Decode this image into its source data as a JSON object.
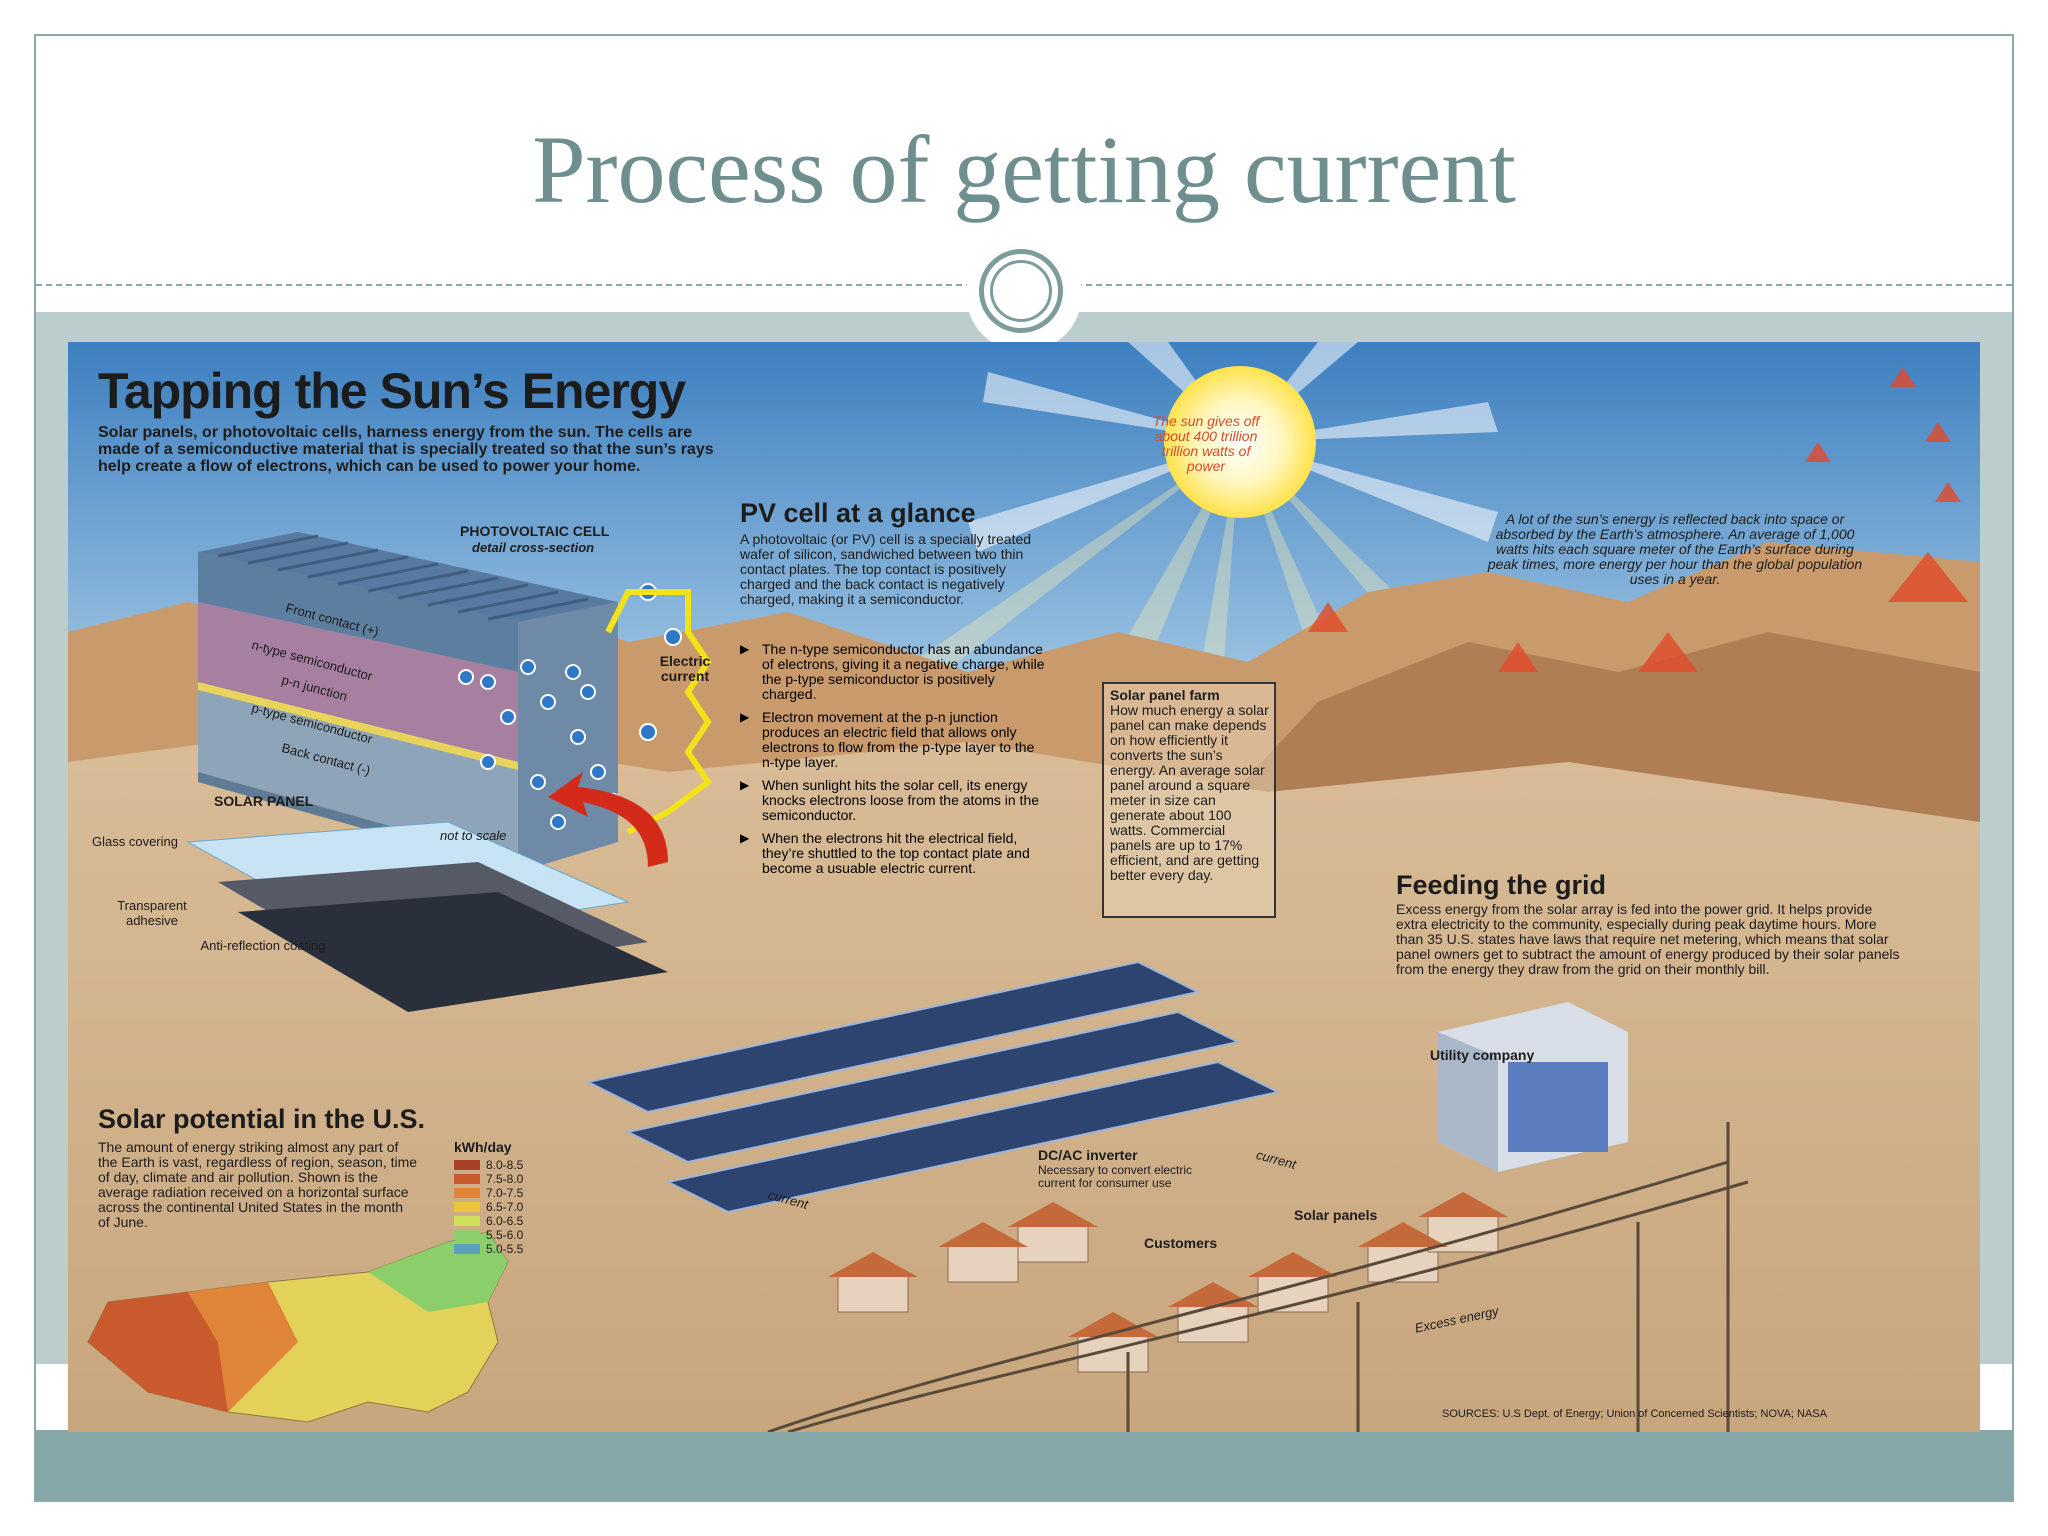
{
  "slide": {
    "title": "Process of getting current"
  },
  "infographic": {
    "title": "Tapping the Sun’s Energy",
    "intro": "Solar panels, or photovoltaic cells, harness energy from the sun. The cells are made of a semiconductive material that is specially treated so that the sun’s rays help create a flow of electrons, which can be used to power your home.",
    "sun_text": "The sun gives off about 400 trillion trillion watts of power",
    "reflect_text": "A lot of the sun’s energy is reflected back into space or absorbed by the Earth’s atmosphere. An average of 1,000 watts hits each square meter of the Earth’s surface during peak times, more energy per hour than the global population uses in a year.",
    "pv_cell": {
      "heading": "PHOTOVOLTAIC CELL",
      "subheading": "detail cross-section",
      "layers": [
        "Front contact (+)",
        "n-type semiconductor",
        "p-n junction",
        "p-type semiconductor",
        "Back contact (-)"
      ],
      "electric_current": "Electric current"
    },
    "solar_panel": {
      "heading": "SOLAR PANEL",
      "scale_note": "not to scale",
      "labels": [
        "Glass covering",
        "Transparent adhesive",
        "Anti-reflection coating"
      ]
    },
    "glance": {
      "heading": "PV cell at a glance",
      "intro": "A photovoltaic (or PV) cell is a specially treated wafer of silicon, sandwiched between two thin contact plates. The top contact is positively charged and the back contact is negatively charged, making it a semiconductor.",
      "bullets": [
        "The n-type semiconductor has an abundance of electrons, giving it a negative charge, while the p-type semiconductor is positively charged.",
        "Electron movement at the p-n junction produces an electric field that allows only electrons to flow from the p-type layer to the n-type layer.",
        "When sunlight hits the solar cell, its energy knocks electrons loose from the atoms in the semiconductor.",
        "When the electrons hit the electrical field, they’re shuttled to the top contact plate and become a usuable electric current."
      ]
    },
    "farm": {
      "heading": "Solar panel farm",
      "text": "How much energy a solar panel can make depends on how efficiently it converts the sun’s energy. An average solar panel around a square meter in size can generate about 100 watts. Commercial panels are up to 17% efficient, and are getting better every day."
    },
    "grid": {
      "heading": "Feeding the grid",
      "text": "Excess energy from the solar array is fed into the power grid. It helps provide extra electricity to the community, especially during peak daytime hours. More than 35 U.S. states have laws that require net metering, which means that solar panel owners get to subtract the amount of energy produced by their solar panels from the energy they draw from the grid on their monthly bill."
    },
    "scene_labels": {
      "utility": "Utility company",
      "inverter_title": "DC/AC inverter",
      "inverter_text": "Necessary to convert electric current for consumer use",
      "customers": "Customers",
      "solar_panels": "Solar panels",
      "current_1": "current",
      "current_2": "current",
      "excess": "Excess energy"
    },
    "potential": {
      "heading": "Solar potential in the U.S.",
      "text": "The amount of energy striking almost any part of the Earth is vast, regardless of region, season, time of day, climate and air pollution. Shown is the average radiation received on a horizontal surface across the continental United States in the month of June.",
      "legend_title": "kWh/day",
      "legend": [
        {
          "label": "8.0-8.5",
          "color": "#a8402a"
        },
        {
          "label": "7.5-8.0",
          "color": "#c85a2e"
        },
        {
          "label": "7.0-7.5",
          "color": "#e0843a"
        },
        {
          "label": "6.5-7.0",
          "color": "#edc33d"
        },
        {
          "label": "6.0-6.5",
          "color": "#cfe05a"
        },
        {
          "label": "5.5-6.0",
          "color": "#8ccf6a"
        },
        {
          "label": "5.0-5.5",
          "color": "#5c9fbf"
        }
      ]
    },
    "sources": "SOURCES: U.S Dept. of Energy; Union of Concerned Scientists; NOVA; NASA"
  }
}
